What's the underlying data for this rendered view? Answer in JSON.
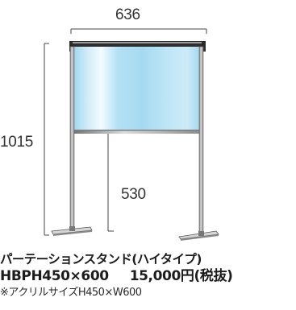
{
  "dimensions": {
    "width": "636",
    "height": "1015",
    "leg_height": "530"
  },
  "product": {
    "name": "パーテーションスタンド(ハイタイプ)",
    "code": "HBPH450×600",
    "price": "15,000円(税抜)",
    "note": "※アクリルサイズH450×W600"
  },
  "colors": {
    "panel_glass": "#a9dcf3",
    "frame": "#8f8f8f",
    "text": "#1c1c1c"
  }
}
